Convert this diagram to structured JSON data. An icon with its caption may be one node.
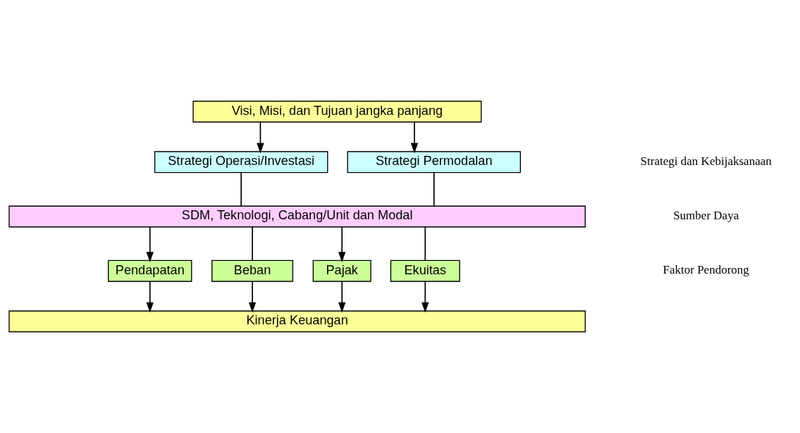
{
  "diagram": {
    "nodes": [
      {
        "text": [
          "Visi, Misi, dan Tujuan jangka panjang"
        ]
      },
      {
        "text": [
          "Strategi Operasi/Investasi"
        ]
      },
      {
        "text": [
          "Strategi Permodalan"
        ]
      },
      {
        "text": [
          "SDM, Teknologi, Cabang/Unit dan Modal"
        ]
      },
      {
        "text": [
          "Pendapatan"
        ]
      },
      {
        "text": [
          "Beban"
        ]
      },
      {
        "text": [
          "Pajak"
        ]
      },
      {
        "text": [
          "Ekuitas"
        ]
      },
      {
        "text": [
          "Kinerja Keuangan"
        ]
      }
    ],
    "edges": [
      {
        "from": 0,
        "to": 1,
        "arrow": "to"
      },
      {
        "from": 0,
        "to": 2,
        "arrow": "to"
      },
      {
        "from": 1,
        "to": 3,
        "arrow": "none"
      },
      {
        "from": 2,
        "to": 3,
        "arrow": "none"
      },
      {
        "from": 3,
        "to": 4,
        "arrow": "to"
      },
      {
        "from": 3,
        "to": 5,
        "arrow": "none"
      },
      {
        "from": 3,
        "to": 6,
        "arrow": "to"
      },
      {
        "from": 3,
        "to": 7,
        "arrow": "none"
      },
      {
        "from": 4,
        "to": 8,
        "arrow": "to"
      },
      {
        "from": 5,
        "to": 8,
        "arrow": "to"
      },
      {
        "from": 6,
        "to": 8,
        "arrow": "to"
      },
      {
        "from": 7,
        "to": 8,
        "arrow": "to"
      }
    ],
    "labels": [
      "Strategi dan Kebijaksanaan",
      "Sumber Daya",
      "Faktor Pendorong"
    ]
  }
}
